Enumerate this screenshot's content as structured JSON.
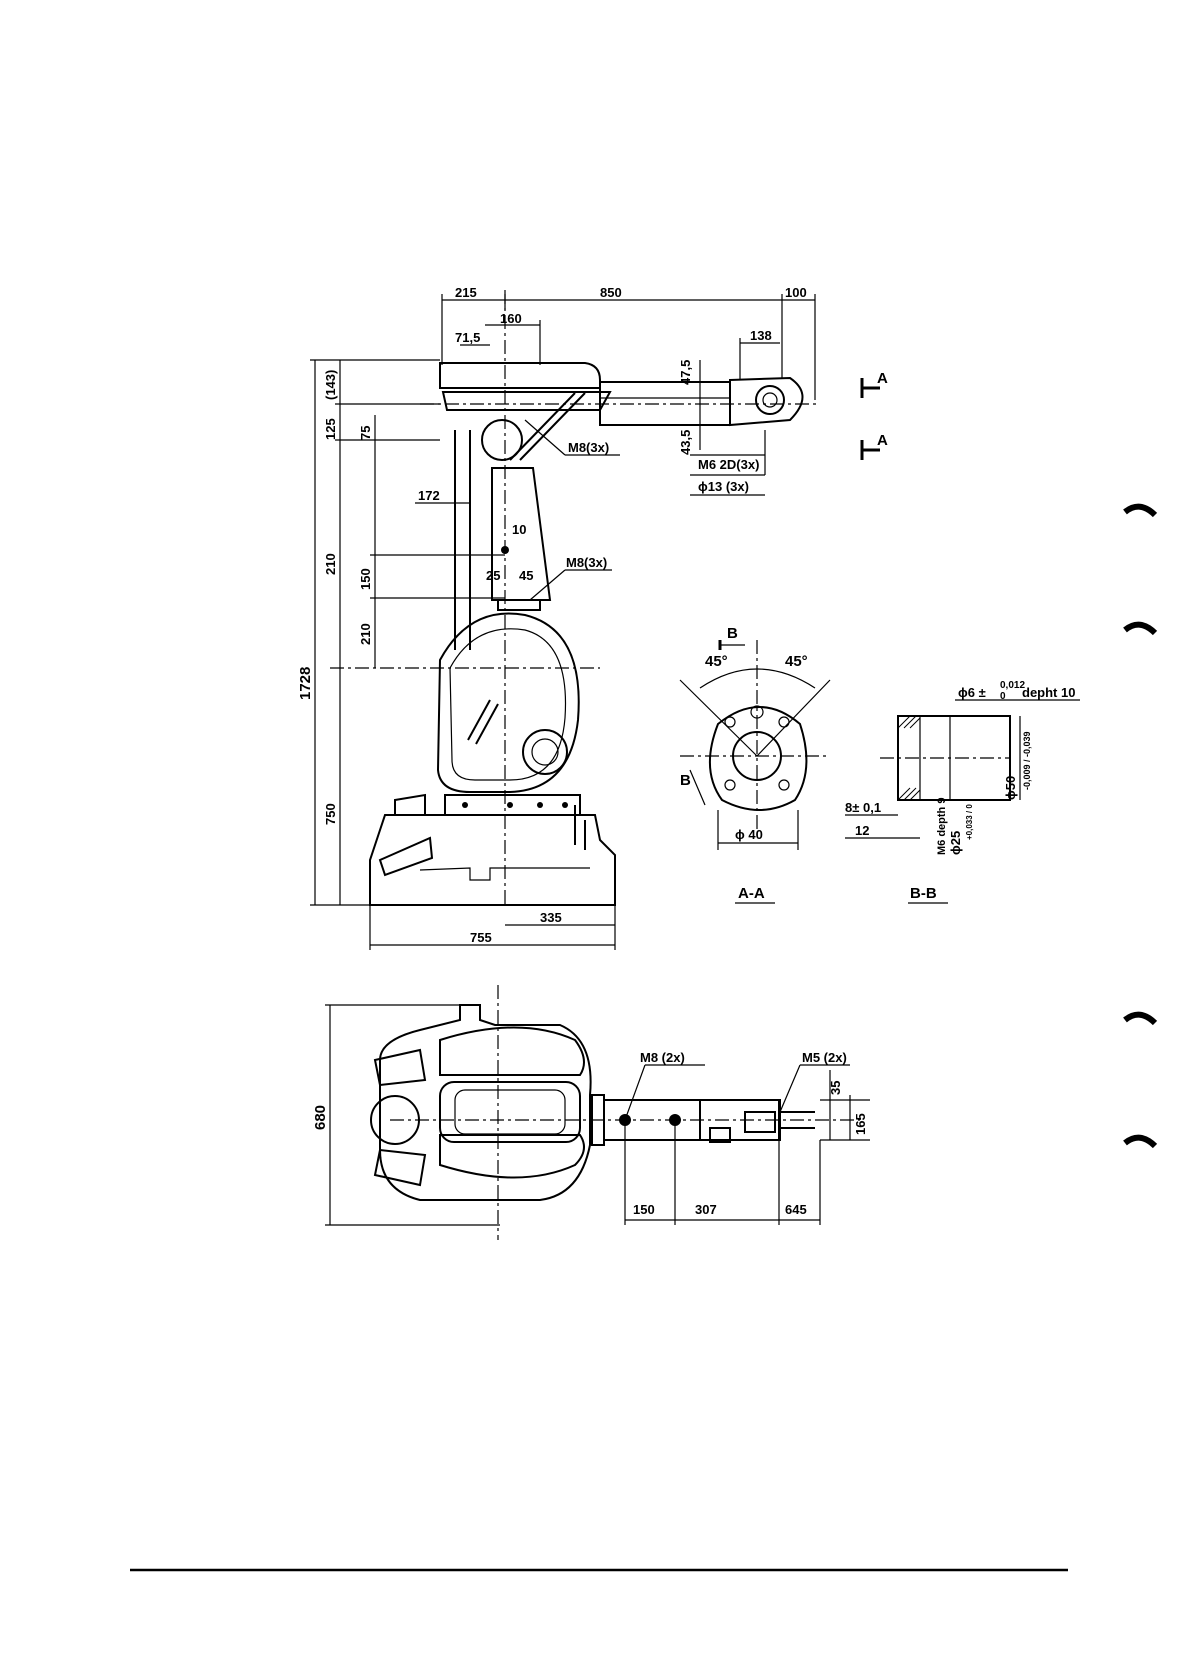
{
  "colors": {
    "ink": "#000000",
    "paper": "#ffffff"
  },
  "side_view": {
    "dims": {
      "d215": "215",
      "d850": "850",
      "d100": "100",
      "d160": "160",
      "d71_5": "71,5",
      "d138": "138",
      "d47_5": "47,5",
      "d43_5": "43,5",
      "d143": "(143)",
      "d125": "125",
      "d75": "75",
      "d172": "172",
      "d10": "10",
      "d210a": "210",
      "d150": "150",
      "d25": "25",
      "d45": "45",
      "d210b": "210",
      "d1728": "1728",
      "d750": "750",
      "d335": "335",
      "d755": "755"
    },
    "callouts": {
      "m8_3x_a": "M8(3x)",
      "m8_3x_b": "M8(3x)",
      "m6_2d": "M6 2D(3x)",
      "phi13": "ϕ13 (3x)"
    },
    "section_a_top": "A",
    "section_a_bottom": "A"
  },
  "section_aa": {
    "angle_left": "45°",
    "angle_right": "45°",
    "b_top": "B",
    "b_left": "B",
    "phi40": "ϕ 40",
    "title": "A-A"
  },
  "section_bb": {
    "phi6": "ϕ6 ±",
    "phi6_tol_upper": "0,012",
    "phi6_tol_lower": "0",
    "depth10": "depht 10",
    "phi50": "ϕ50",
    "phi50_tol": "-0,009 / -0,039",
    "d8": "8± 0,1",
    "d12": "12",
    "m6": "M6 depth 9",
    "phi25": "ϕ25",
    "phi25_tol": "+0,033 / 0",
    "title": "B-B"
  },
  "top_view": {
    "dims": {
      "d680": "680",
      "d150": "150",
      "d307": "307",
      "d645": "645",
      "d35": "35",
      "d165": "165"
    },
    "callouts": {
      "m8_2x": "M8 (2x)",
      "m5_2x": "M5 (2x)"
    }
  }
}
